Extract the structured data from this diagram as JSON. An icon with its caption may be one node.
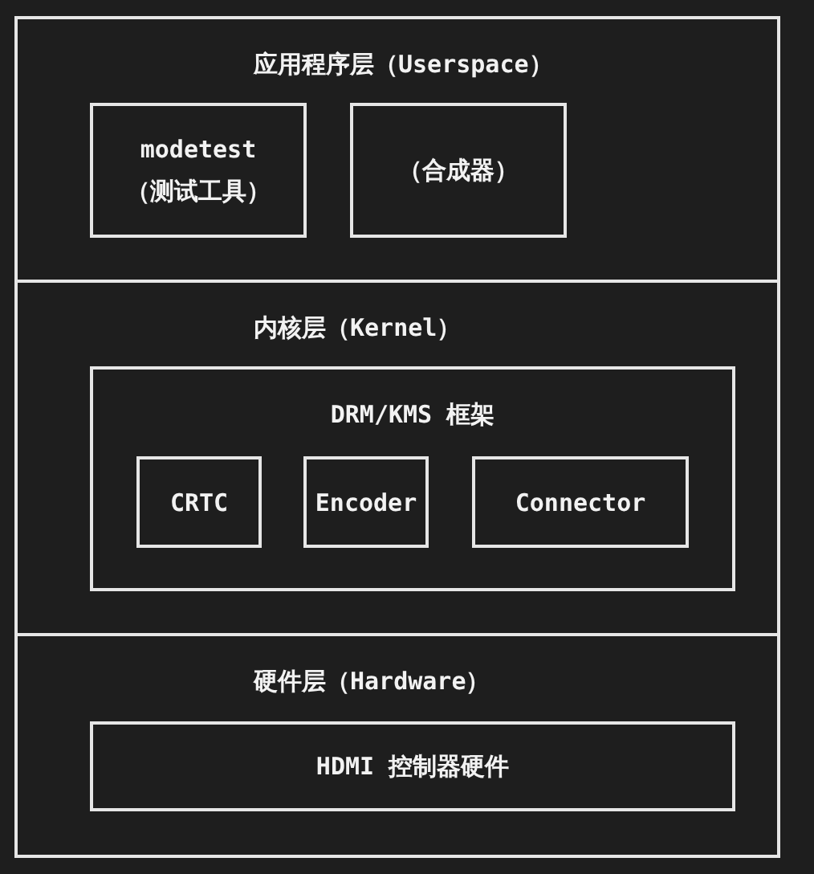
{
  "diagram": {
    "nodes": [
      {
        "text": [
          "应用程序层（Userspace）"
        ]
      },
      {
        "text": [
          "modetest",
          "（测试工具）"
        ],
        "in": 0
      },
      {
        "text": [
          "（合成器）"
        ],
        "in": 0
      },
      {
        "text": [
          "内核层（Kernel）"
        ]
      },
      {
        "text": [
          "DRM/KMS 框架"
        ],
        "in": 3
      },
      {
        "text": [
          "CRTC"
        ],
        "in": 4
      },
      {
        "text": [
          "Encoder"
        ],
        "in": 4
      },
      {
        "text": [
          "Connector"
        ],
        "in": 4
      },
      {
        "text": [
          "硬件层（Hardware）"
        ]
      },
      {
        "text": [
          "HDMI 控制器硬件"
        ],
        "in": 8
      }
    ]
  }
}
